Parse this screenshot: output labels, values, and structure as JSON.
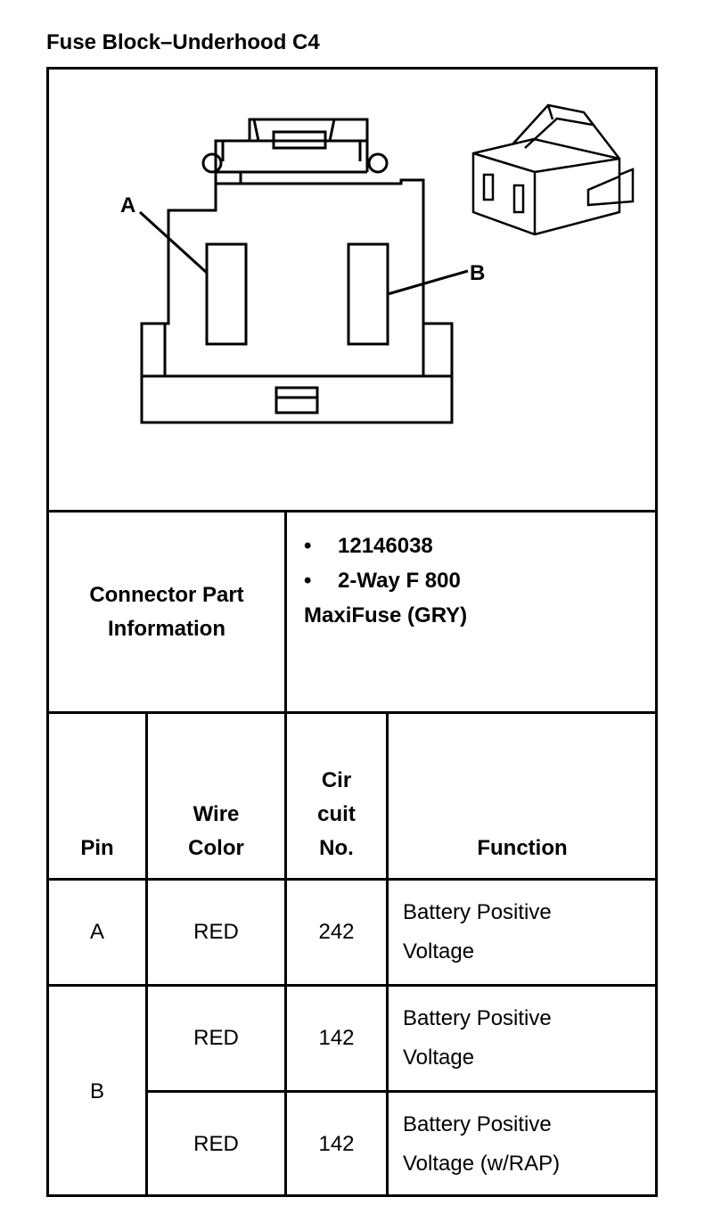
{
  "title": "Fuse Block–Underhood C4",
  "drawing": {
    "label_a": "A",
    "label_b": "B"
  },
  "connector_info": {
    "label_line1": "Connector Part",
    "label_line2": "Information",
    "bullet_char": "•",
    "part_number": "12146038",
    "description_line1": "2-Way F 800",
    "description_line2": "MaxiFuse (GRY)"
  },
  "table": {
    "headers": {
      "pin": "Pin",
      "wire_line1": "Wire",
      "wire_line2": "Color",
      "circuit_line1": "Cir",
      "circuit_line2": "cuit",
      "circuit_line3": "No.",
      "function": "Function"
    },
    "rows": [
      {
        "pin": "A",
        "wire": "RED",
        "circuit": "242",
        "function_line1": "Battery Positive",
        "function_line2": "Voltage"
      },
      {
        "pin": "B",
        "wire": "RED",
        "circuit": "142",
        "function_line1": "Battery Positive",
        "function_line2": "Voltage"
      },
      {
        "pin": "",
        "wire": "RED",
        "circuit": "142",
        "function_line1": "Battery Positive",
        "function_line2": "Voltage (w/RAP)"
      }
    ]
  }
}
